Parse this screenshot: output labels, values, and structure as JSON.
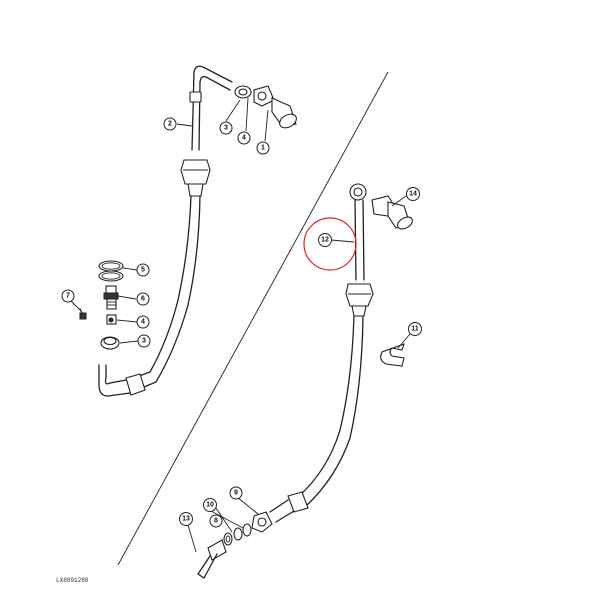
{
  "diagram": {
    "figure_id": "LX8891280",
    "highlight_color": "#e0202a",
    "line_color": "#222222",
    "callouts": [
      {
        "id": "c2",
        "label": "2"
      },
      {
        "id": "c3a",
        "label": "3"
      },
      {
        "id": "c4a",
        "label": "4"
      },
      {
        "id": "c1",
        "label": "1"
      },
      {
        "id": "c5",
        "label": "5"
      },
      {
        "id": "c6",
        "label": "6"
      },
      {
        "id": "c4b",
        "label": "4"
      },
      {
        "id": "c3b",
        "label": "3"
      },
      {
        "id": "c7",
        "label": "7"
      },
      {
        "id": "c14",
        "label": "14"
      },
      {
        "id": "c12",
        "label": "12"
      },
      {
        "id": "c11",
        "label": "11"
      },
      {
        "id": "c9",
        "label": "9"
      },
      {
        "id": "c10",
        "label": "10"
      },
      {
        "id": "c8",
        "label": "8"
      },
      {
        "id": "c13",
        "label": "13"
      }
    ]
  }
}
